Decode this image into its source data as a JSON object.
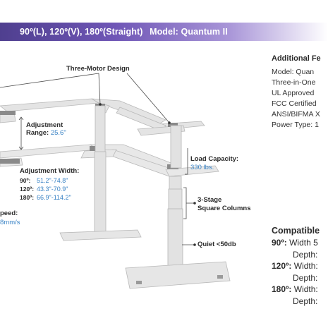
{
  "banner": {
    "angles": "90º(L), 120º(V), 180º(Straight)",
    "model": "Model: Quantum II"
  },
  "callouts": {
    "three_motor": "Three-Motor Design",
    "adjustment_range_label_1": "Adjustment",
    "adjustment_range_label_2": "Range:",
    "adjustment_range_value": "25.6\"",
    "load_capacity_label": "Load Capacity:",
    "load_capacity_value": "330 lbs.",
    "adjustment_width_label": "Adjustment Width:",
    "widths": [
      {
        "angle": "90º:",
        "value": "51.2\"-74.8\""
      },
      {
        "angle": "120º:",
        "value": "43.3\"-70.9\""
      },
      {
        "angle": "180º:",
        "value": "66.9\"-114.2\""
      }
    ],
    "stage_1": "3-Stage",
    "stage_2": "Square Columns",
    "speed_label": "peed:",
    "speed_value": "8mm/s",
    "quiet": "Quiet <50db"
  },
  "additional_features": {
    "title": "Additional Fe",
    "items": [
      "Model: Quan",
      "Three-in-One",
      "UL Approved",
      "FCC Certified",
      "ANSI/BIFMA X",
      "Power Type: 1"
    ]
  },
  "compatible": {
    "title": "Compatible",
    "rows": [
      {
        "angle": "90º:",
        "width": "Width 5",
        "depth": "Depth:"
      },
      {
        "angle": "120º:",
        "width": "Width:",
        "depth": "Depth:"
      },
      {
        "angle": "180º:",
        "width": "Width:",
        "depth": "Depth:"
      }
    ]
  },
  "colors": {
    "banner_start": "#4f3f8f",
    "banner_end": "#a996d8",
    "accent_blue": "#3a83c5",
    "frame_gray": "#dcdcdc"
  }
}
